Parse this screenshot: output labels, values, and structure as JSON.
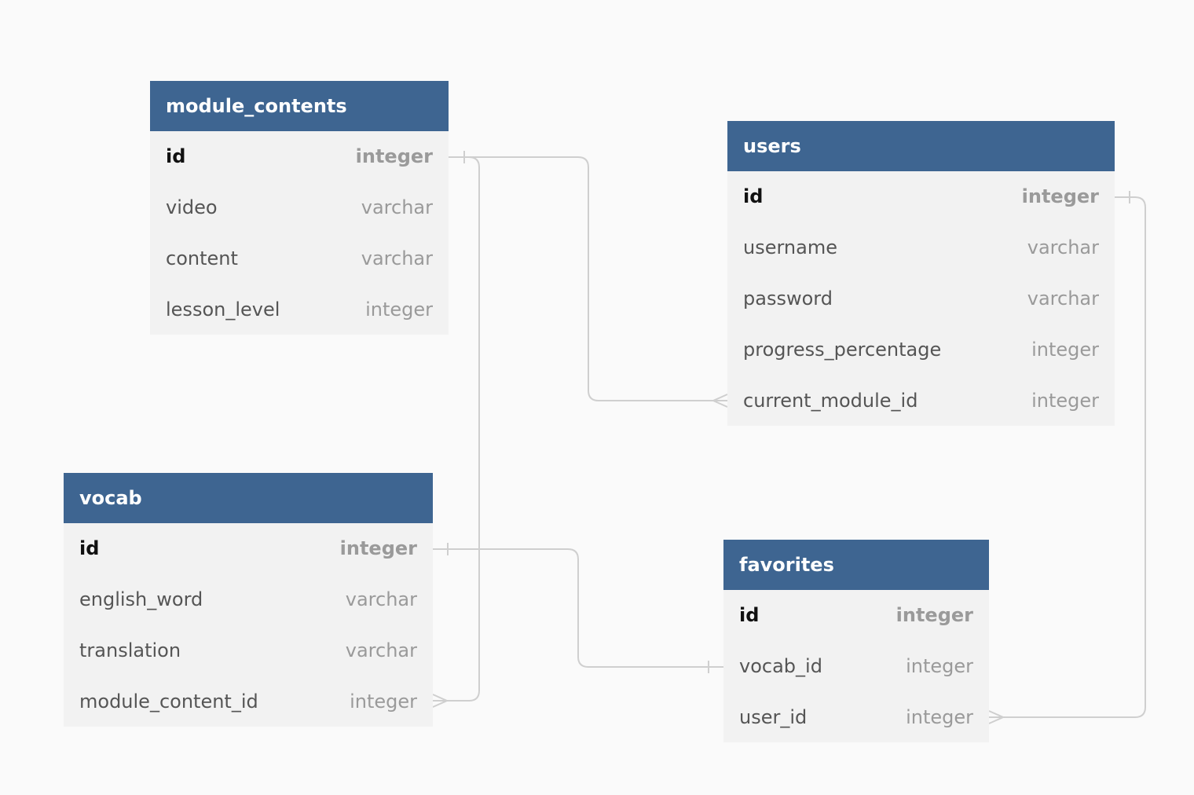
{
  "colors": {
    "background": "#fafafa",
    "header": "#3e6591",
    "header_text": "#ffffff",
    "body": "#f2f2f2",
    "relation_line": "#cfcfcf"
  },
  "tables": {
    "module_contents": {
      "name": "module_contents",
      "columns": [
        {
          "name": "id",
          "type": "integer",
          "pk": true
        },
        {
          "name": "video",
          "type": "varchar"
        },
        {
          "name": "content",
          "type": "varchar"
        },
        {
          "name": "lesson_level",
          "type": "integer"
        }
      ]
    },
    "users": {
      "name": "users",
      "columns": [
        {
          "name": "id",
          "type": "integer",
          "pk": true
        },
        {
          "name": "username",
          "type": "varchar"
        },
        {
          "name": "password",
          "type": "varchar"
        },
        {
          "name": "progress_percentage",
          "type": "integer"
        },
        {
          "name": "current_module_id",
          "type": "integer"
        }
      ]
    },
    "vocab": {
      "name": "vocab",
      "columns": [
        {
          "name": "id",
          "type": "integer",
          "pk": true
        },
        {
          "name": "english_word",
          "type": "varchar"
        },
        {
          "name": "translation",
          "type": "varchar"
        },
        {
          "name": "module_content_id",
          "type": "integer"
        }
      ]
    },
    "favorites": {
      "name": "favorites",
      "columns": [
        {
          "name": "id",
          "type": "integer",
          "pk": true
        },
        {
          "name": "vocab_id",
          "type": "integer"
        },
        {
          "name": "user_id",
          "type": "integer"
        }
      ]
    }
  },
  "relations": [
    {
      "from": "module_contents.id",
      "to": "users.current_module_id",
      "from_cardinality": "one",
      "to_cardinality": "many"
    },
    {
      "from": "module_contents.id",
      "to": "vocab.module_content_id",
      "from_cardinality": "one",
      "to_cardinality": "many"
    },
    {
      "from": "vocab.id",
      "to": "favorites.vocab_id",
      "from_cardinality": "one",
      "to_cardinality": "one"
    },
    {
      "from": "users.id",
      "to": "favorites.user_id",
      "from_cardinality": "one",
      "to_cardinality": "many"
    }
  ]
}
